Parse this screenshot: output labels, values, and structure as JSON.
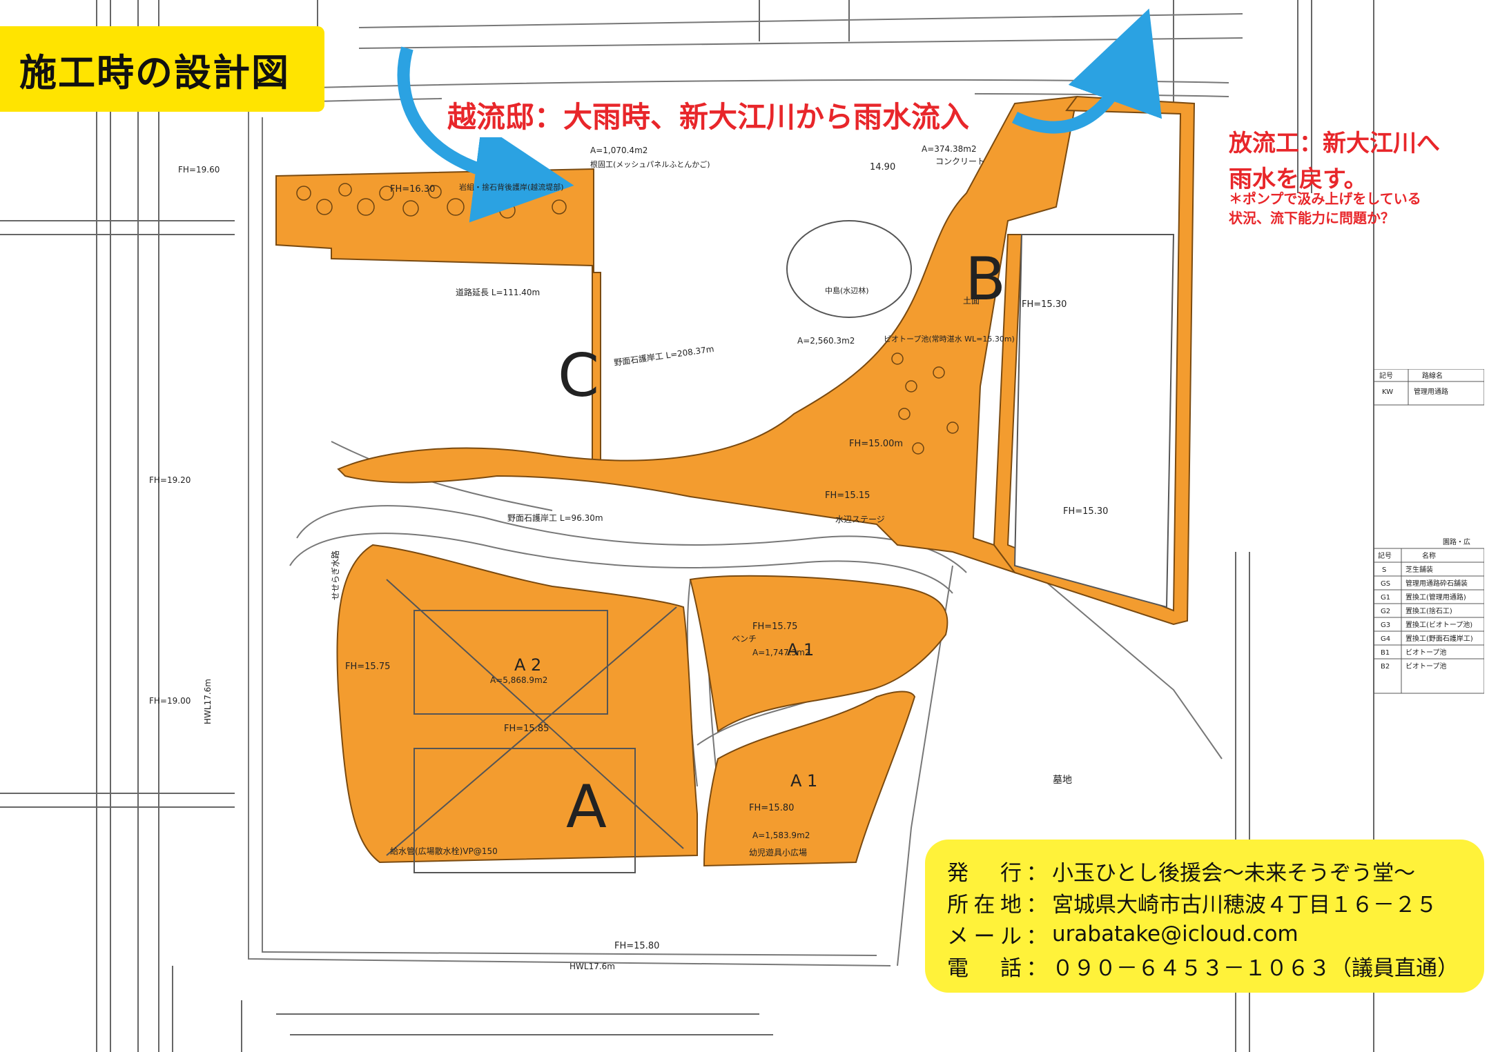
{
  "title": "施工時の設計図",
  "annotations": {
    "overflow_weir": "越流邸：大雨時、新大江川から雨水流入",
    "outflow_line1": "放流工：新大江川へ",
    "outflow_line2": "雨水を戻す。",
    "outflow_note1": "＊ポンプで汲み上げをしている",
    "outflow_note2": "状況、流下能力に問題か？"
  },
  "zones": {
    "a": "A",
    "a1": "A 1",
    "a2": "A 2",
    "b": "B",
    "c": "C"
  },
  "plan_labels": {
    "a2_area": "A=5,868.9m2",
    "a1_area_upper": "A=1,747.3m2",
    "a1_area_lower": "A=1,583.9m2",
    "biotope_area": "A=2,560.3m2",
    "top_area": "A=1,070.4m2",
    "w2_area": "A=374.38m2",
    "fh_1575": "FH=15.75",
    "fh_1585": "FH=15.85",
    "fh_1580": "FH=15.80",
    "fh_1530": "FH=15.30",
    "fh_1515": "FH=15.15",
    "fh_1500": "FH=15.00m",
    "fh_1490": "14.90",
    "fh_1630": "FH=16.30",
    "fh_1960": "FH=19.60",
    "fh_1920": "FH=19.20",
    "fh_1900": "FH=19.00",
    "road_length": "道路延長 L=111.40m",
    "stone_revetment_1": "野面石護岸工 L=208.37m",
    "stone_revetment_2": "野面石護岸工 L=96.30m",
    "water_stage": "水辺ステージ",
    "bench": "ベンチ",
    "kids_plaza": "幼児遊具小広場",
    "concrete": "コンクリート",
    "soil": "土面",
    "water_supply": "給水管(広場散水栓)VP@150",
    "seseragi": "せせらぎ水路",
    "hwl_top": "HWL17.6m",
    "hwl_bottom": "HWL17.6m",
    "cemetery": "墓地",
    "island": "中島(水辺林)",
    "biotope_note": "ビオトープ池(常時湛水 WL=15.30m)",
    "wall_label": "根固工(メッシュパネルふとんかご)",
    "stone_bank": "岩組・捨石背後護岸(越流堤部)"
  },
  "legend": {
    "route_header": [
      "記号",
      "路線名"
    ],
    "route_rows": [
      [
        "KW",
        "管理用通路"
      ]
    ],
    "pave_title": "園路・広",
    "pave_header": [
      "記号",
      "名称"
    ],
    "pave_rows": [
      [
        "S",
        "芝生舗装"
      ],
      [
        "GS",
        "管理用通路砕石舗装"
      ],
      [
        "G1",
        "置換工(管理用通路)"
      ],
      [
        "G2",
        "置換工(捨石工)"
      ],
      [
        "G3",
        "置換工(ビオトープ池)"
      ],
      [
        "G4",
        "置換工(野面石護岸工)"
      ],
      [
        "B1",
        "ビオトープ池"
      ],
      [
        "B2",
        "ビオトープ池"
      ]
    ]
  },
  "info": {
    "publisher_label": "発行",
    "publisher": "小玉ひとし後援会〜未来そうぞう堂〜",
    "address_label": "所在地",
    "address": "宮城県大崎市古川穂波４丁目１６－２５",
    "email_label": "メール",
    "email": "urabatake@icloud.com",
    "phone_label": "電　話",
    "phone": "０９０－６４５３－１０６３（議員直通）"
  },
  "colors": {
    "orange": "#f39c2f",
    "yellow": "#ffe400",
    "red": "#e8262a",
    "blue": "#2ba2e2",
    "line": "#555555"
  }
}
